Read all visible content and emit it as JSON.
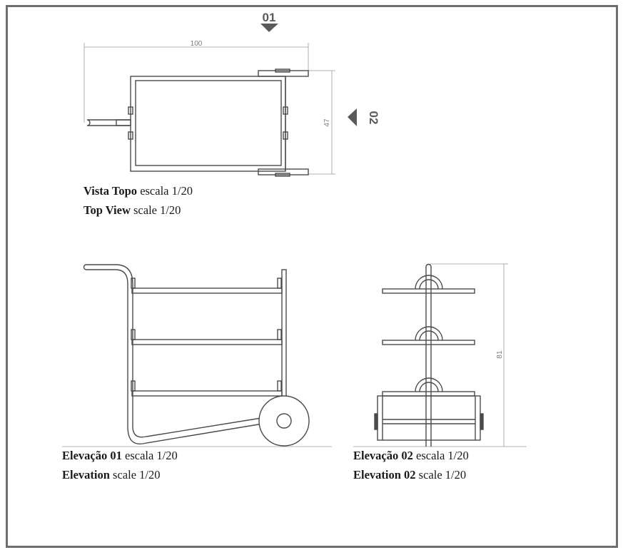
{
  "markers": {
    "view1": "01",
    "view2": "02"
  },
  "dimensions": {
    "top_width": "100",
    "top_depth": "47",
    "elev_height": "81"
  },
  "captions": {
    "top": {
      "line1_bold": "Vista Topo",
      "line1_rest": " escala 1/20",
      "line2_bold": "Top View",
      "line2_rest": " scale 1/20"
    },
    "elev1": {
      "line1_bold": "Elevação 01",
      "line1_rest": " escala 1/20",
      "line2_bold": "Elevation",
      "line2_rest": " scale 1/20"
    },
    "elev2": {
      "line1_bold": "Elevação 02",
      "line1_rest": " escala 1/20",
      "line2_bold": "Elevation 02",
      "line2_rest": " scale 1/20"
    }
  },
  "colors": {
    "line": "#4a4a4a",
    "dim": "#9a9a9a",
    "marker": "#5a5a5a",
    "frame": "#6e6e6e"
  }
}
